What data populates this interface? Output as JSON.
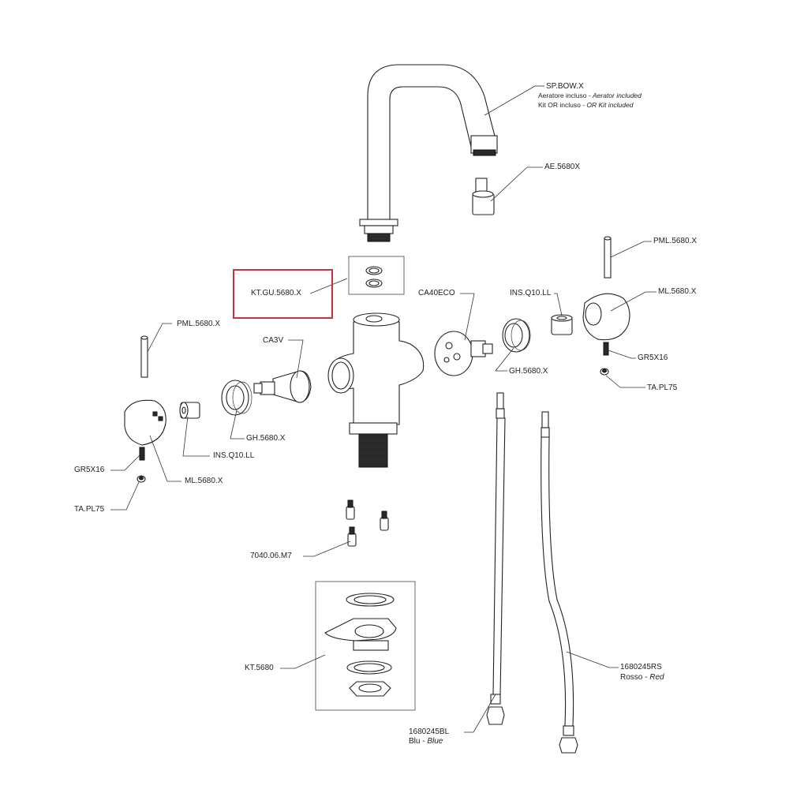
{
  "highlight_color": "#c8323c",
  "labels": {
    "spout": "SP.BOW.X",
    "spout_note1_it": "Aeratore incluso - ",
    "spout_note1_en": "Aerator included",
    "spout_note2_it": "Kit OR incluso - ",
    "spout_note2_en": "OR Kit included",
    "aerator": "AE.5680X",
    "pin_right": "PML.5680.X",
    "handle_right": "ML.5680.X",
    "insert_right": "INS.Q10.LL",
    "cartridge_eco": "CA40ECO",
    "ring_right": "GH.5680.X",
    "grub_right": "GR5X16",
    "cap_right": "TA.PL75",
    "gasket_kit": "KT.GU.5680.X",
    "pin_left": "PML.5680.X",
    "cartridge_3v": "CA3V",
    "ring_left": "GH.5680.X",
    "insert_left": "INS.Q10.LL",
    "grub_left": "GR5X16",
    "handle_left": "ML.5680.X",
    "cap_left": "TA.PL75",
    "stud": "7040.06.M7",
    "fixing_kit": "KT.5680",
    "hose_blue": "1680245BL",
    "hose_blue_it": "Blu - ",
    "hose_blue_en": "Blue",
    "hose_red": "1680245RS",
    "hose_red_it": "Rosso - ",
    "hose_red_en": "Red"
  }
}
